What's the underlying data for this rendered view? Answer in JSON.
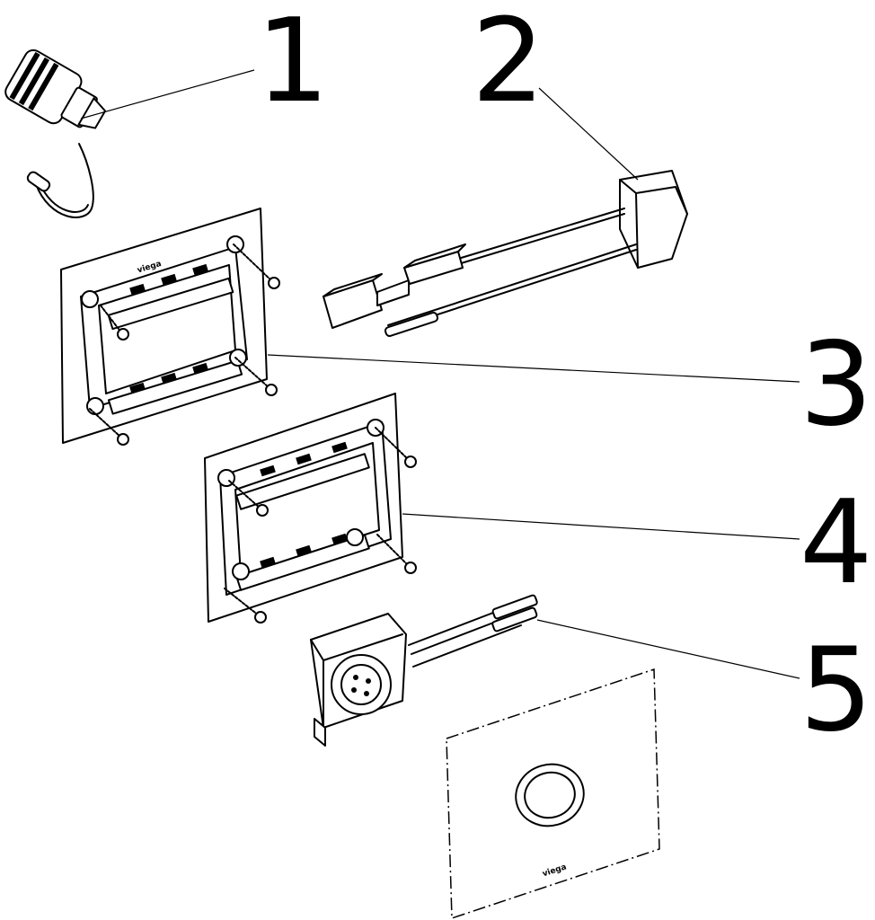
{
  "callouts": [
    {
      "id": "1",
      "label": "1"
    },
    {
      "id": "2",
      "label": "2"
    },
    {
      "id": "3",
      "label": "3"
    },
    {
      "id": "4",
      "label": "4"
    },
    {
      "id": "5",
      "label": "5"
    }
  ],
  "brand_marks": {
    "frame": "viega",
    "cover_plate": "viega"
  },
  "colors": {
    "line": "#000000",
    "background": "#ffffff"
  }
}
